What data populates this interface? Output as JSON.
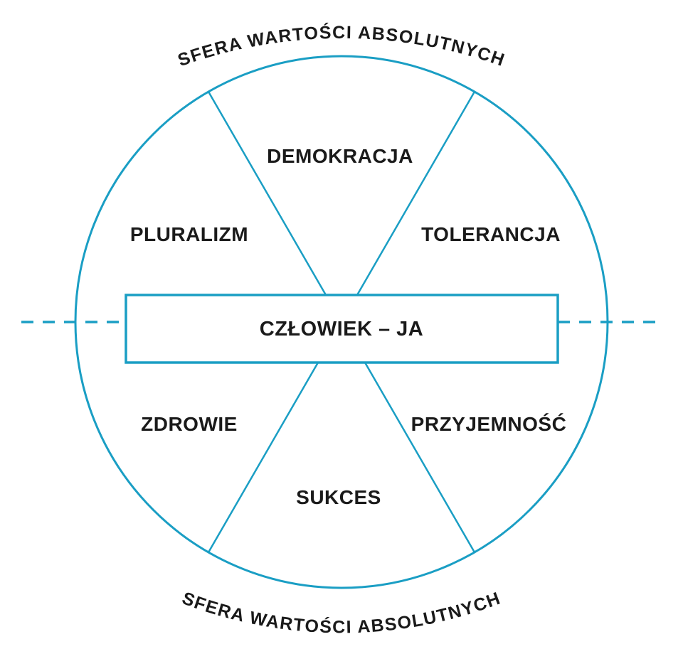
{
  "diagram": {
    "outer_ring_label_top": "SFERA WARTOŚCI ABSOLUTNYCH",
    "outer_ring_label_bottom": "SFERA WARTOŚCI ABSOLUTNYCH",
    "center_label": "CZŁOWIEK – JA",
    "sectors": [
      {
        "position": "top",
        "label": "DEMOKRACJA"
      },
      {
        "position": "upper-right",
        "label": "TOLERANCJA"
      },
      {
        "position": "lower-right",
        "label": "PRZYJEMNOŚĆ"
      },
      {
        "position": "bottom",
        "label": "SUKCES"
      },
      {
        "position": "lower-left",
        "label": "ZDROWIE"
      },
      {
        "position": "upper-left",
        "label": "PLURALIZM"
      }
    ],
    "colors": {
      "accent": "#1A9EC4",
      "text": "#1A1A1A"
    }
  }
}
